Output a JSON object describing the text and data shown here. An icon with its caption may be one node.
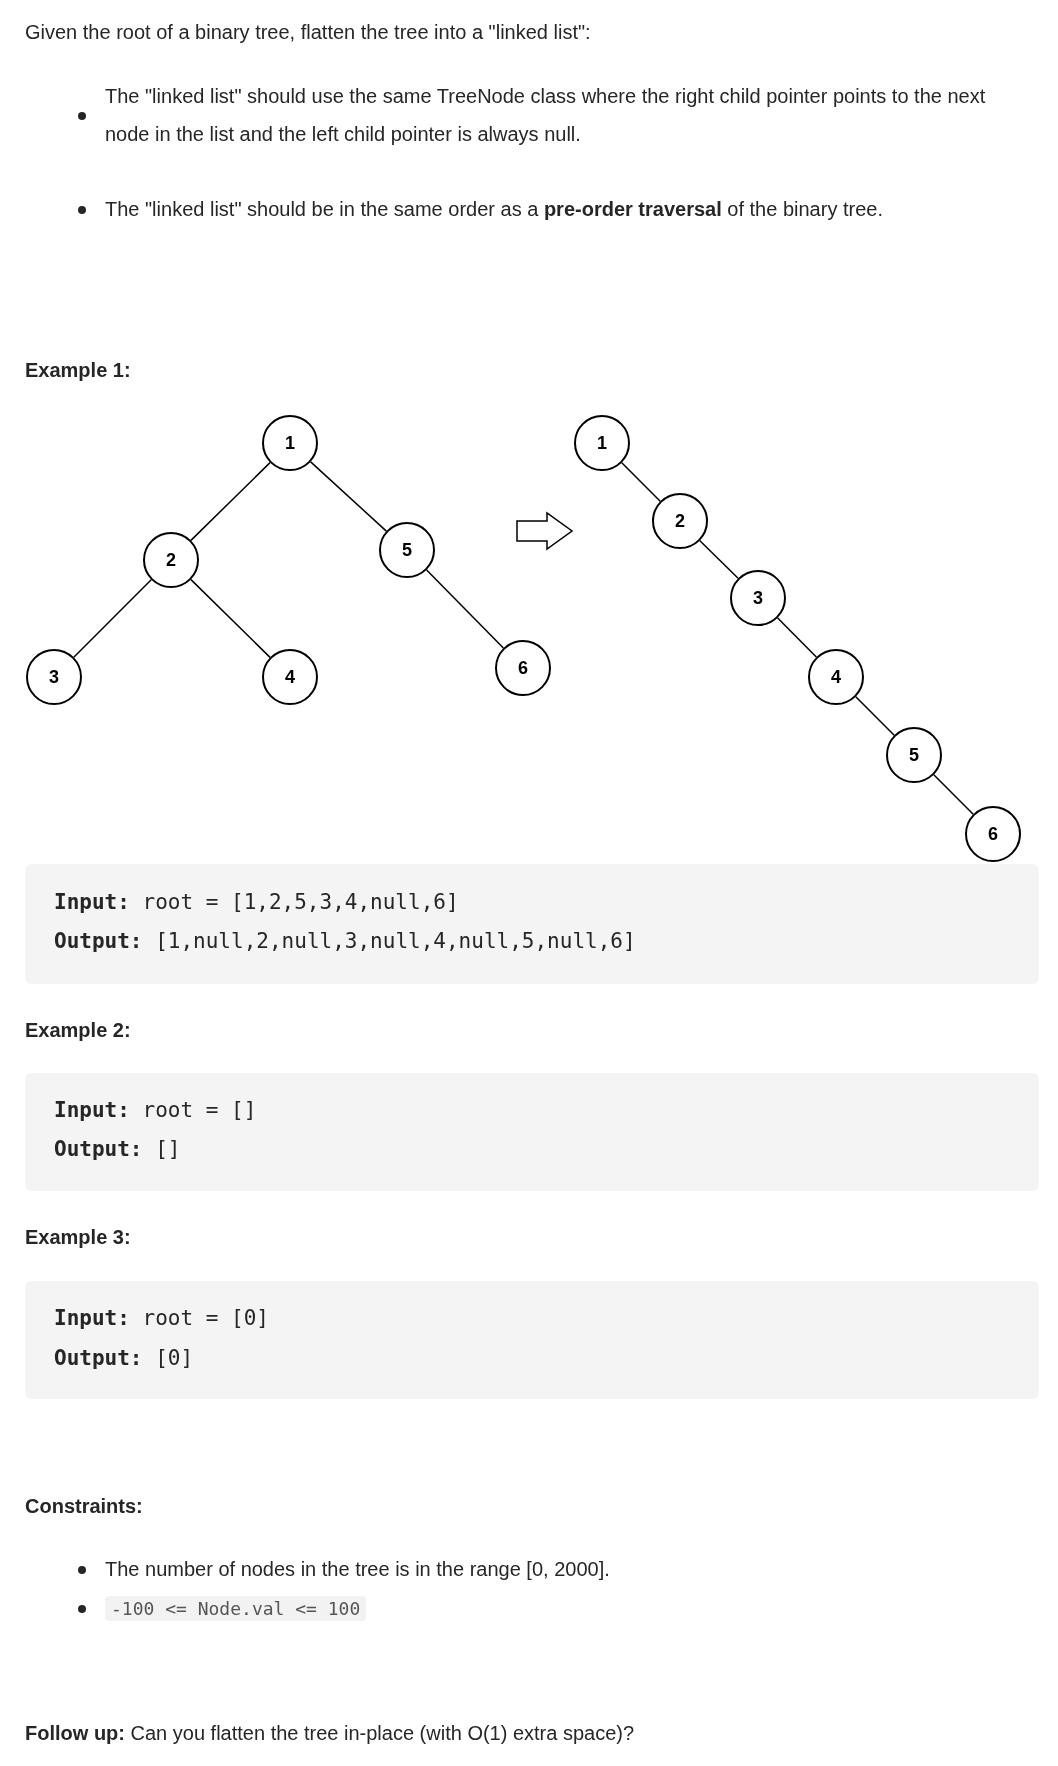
{
  "diagram": {
    "nodes": [
      {
        "text": [
          "1"
        ]
      },
      {
        "text": [
          "2"
        ]
      },
      {
        "text": [
          "3"
        ]
      },
      {
        "text": [
          "4"
        ]
      },
      {
        "text": [
          "5"
        ]
      },
      {
        "text": [
          "6"
        ]
      },
      {
        "text": [
          "1"
        ]
      },
      {
        "text": [
          "2"
        ]
      },
      {
        "text": [
          "3"
        ]
      },
      {
        "text": [
          "4"
        ]
      },
      {
        "text": [
          "5"
        ]
      },
      {
        "text": [
          "6"
        ]
      }
    ],
    "edges": [
      {
        "from": 0,
        "to": 1,
        "arrow": "none"
      },
      {
        "from": 0,
        "to": 4,
        "arrow": "none"
      },
      {
        "from": 1,
        "to": 2,
        "arrow": "none"
      },
      {
        "from": 1,
        "to": 3,
        "arrow": "none"
      },
      {
        "from": 4,
        "to": 5,
        "arrow": "none"
      },
      {
        "from": 6,
        "to": 7,
        "arrow": "none"
      },
      {
        "from": 7,
        "to": 8,
        "arrow": "none"
      },
      {
        "from": 8,
        "to": 9,
        "arrow": "none"
      },
      {
        "from": 9,
        "to": 10,
        "arrow": "none"
      },
      {
        "from": 10,
        "to": 11,
        "arrow": "none"
      }
    ],
    "labels": [
      "Given the root of a binary tree, flatten the tree into a \"linked list\":",
      "The \"linked list\" should use the same TreeNode class where the right child pointer points to the next node in the list and the left child pointer is always null.",
      "The \"linked list\" should be in the same order as a **pre-order traversal** of the binary tree.",
      "Example 1:",
      "**Input:** root = [1,2,5,3,4,null,6]",
      "**Output:** [1,null,2,null,3,null,4,null,5,null,6]",
      "Example 2:",
      "**Input:** root = []",
      "**Output:** []",
      "Example 3:",
      "**Input:** root = [0]",
      "**Output:** [0]",
      "Constraints:",
      "The number of nodes in the tree is in the range [0, 2000].",
      "-100 <= Node.val <= 100",
      "**Follow up:** Can you flatten the tree in-place (with O(1) extra space)?"
    ]
  }
}
